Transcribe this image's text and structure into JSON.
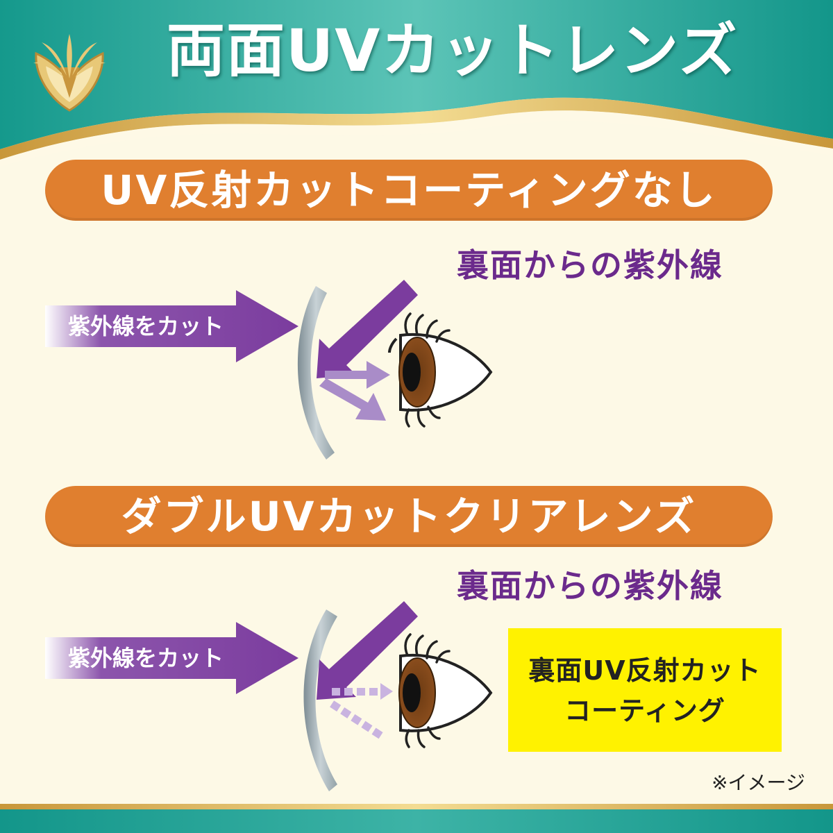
{
  "header": {
    "title": "両面UVカットレンズ"
  },
  "sections": [
    {
      "banner": "UV反射カットコーティングなし",
      "back_uv_label": "裏面からの紫外線",
      "arrow_label": "紫外線をカット"
    },
    {
      "banner": "ダブルUVカットクリアレンズ",
      "back_uv_label": "裏面からの紫外線",
      "arrow_label": "紫外線をカット",
      "callout": {
        "line1": "裏面UV反射カット",
        "line2": "コーティング"
      }
    }
  ],
  "note": "※イメージ",
  "colors": {
    "teal": "#1fa89a",
    "gold": "#d9b35a",
    "cream": "#fdf9e6",
    "orange": "#e07f2f",
    "purple": "#6b2a8c",
    "light_purple": "#a98cc8",
    "yellow": "#fff200"
  },
  "icons": [
    "gold-crest-logo-icon",
    "lens-icon",
    "eye-icon",
    "uv-arrow-icon"
  ]
}
